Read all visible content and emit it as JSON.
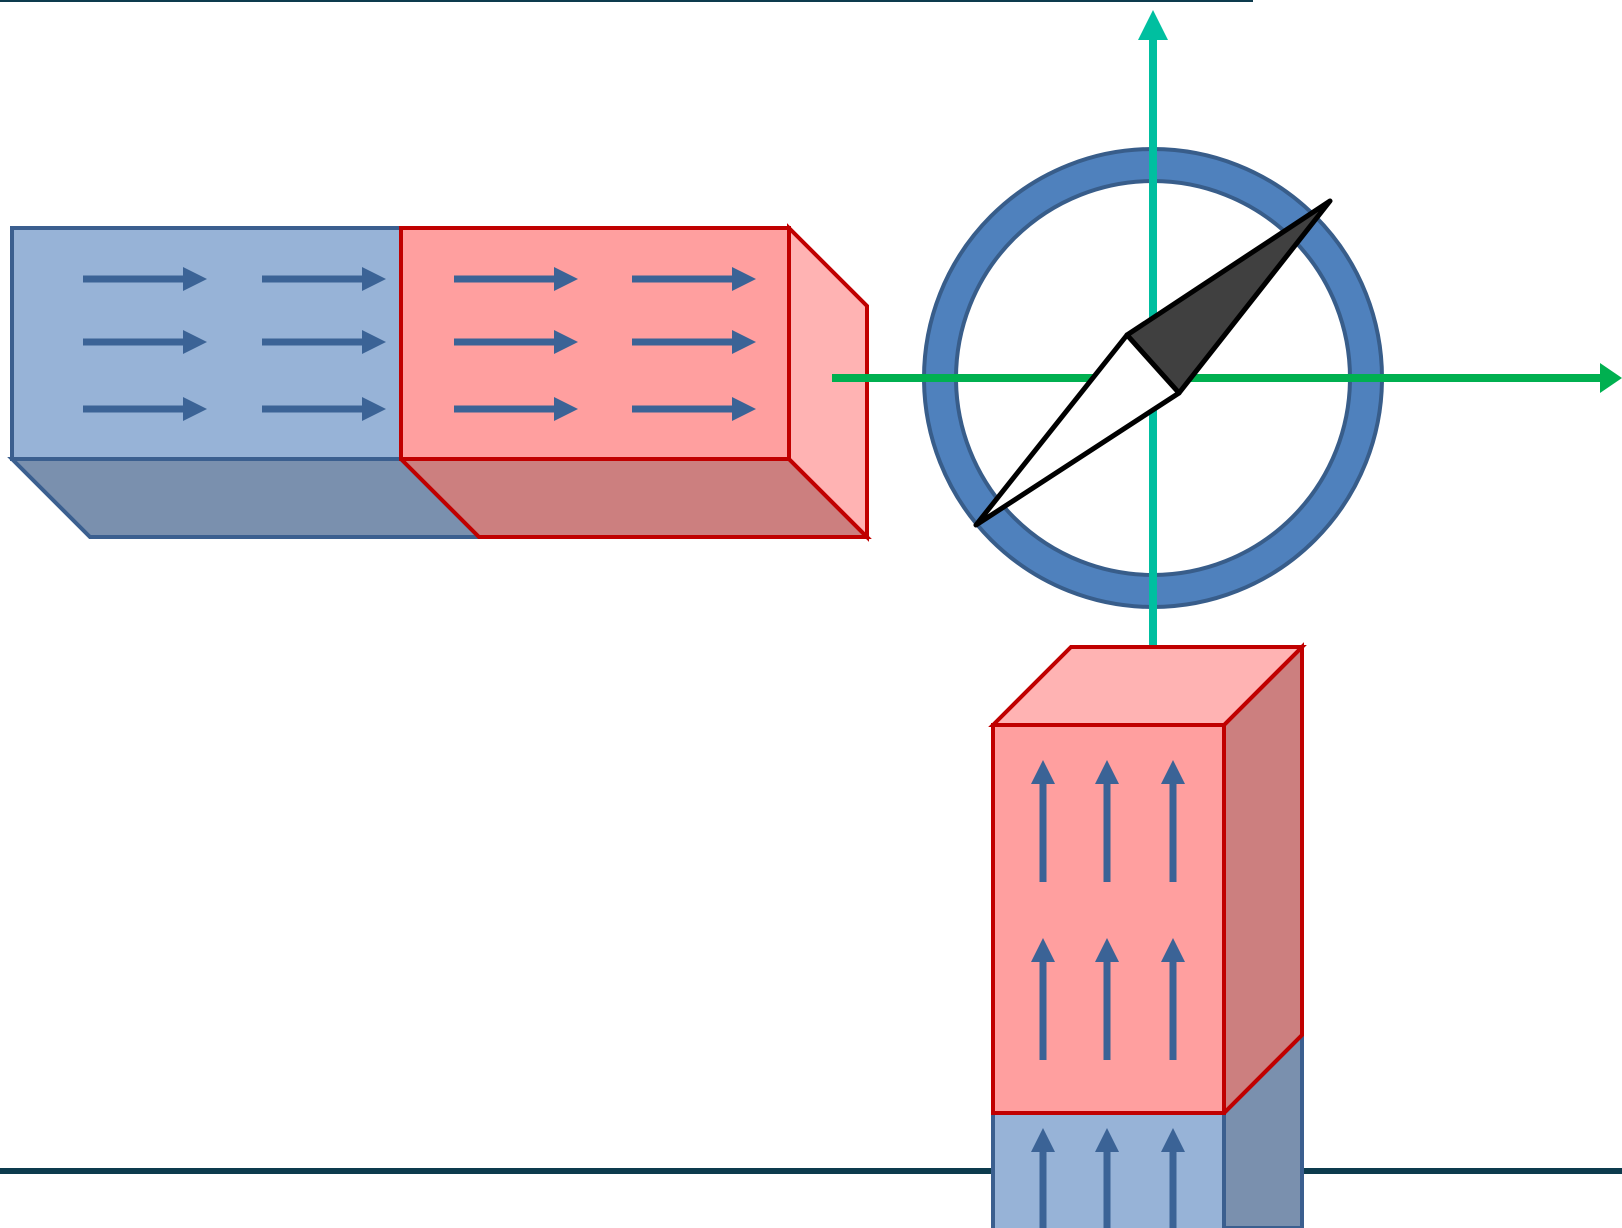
{
  "colors": {
    "north_face": "#ff9f9f",
    "north_side": "#ffb3b3",
    "north_shade": "#cc7f7f",
    "north_edge": "#c00000",
    "south_face": "#97b3d7",
    "south_shade": "#7a90ae",
    "south_edge": "#3b5f8f",
    "field_arrow": "#3b6396",
    "compass_ring": "#4f81bd",
    "compass_ring_edge": "#385d8a",
    "needle_dark": "#404040",
    "needle_light": "#ffffff",
    "horizontal_axis": "#00b050",
    "vertical_axis": "#00bfa0",
    "ground_line": "#0d3b4d"
  },
  "diagram": {
    "horizontal_magnet": {
      "pole_sides": [
        "south",
        "north"
      ],
      "field_direction": "right",
      "arrow_grid": [
        3,
        4
      ]
    },
    "vertical_magnet": {
      "pole_sides": [
        "south",
        "north"
      ],
      "field_direction": "up",
      "arrow_grid": [
        3,
        3
      ]
    },
    "compass": {
      "needle_points_to": "upper-right",
      "axes": [
        "horizontal",
        "vertical"
      ]
    }
  }
}
